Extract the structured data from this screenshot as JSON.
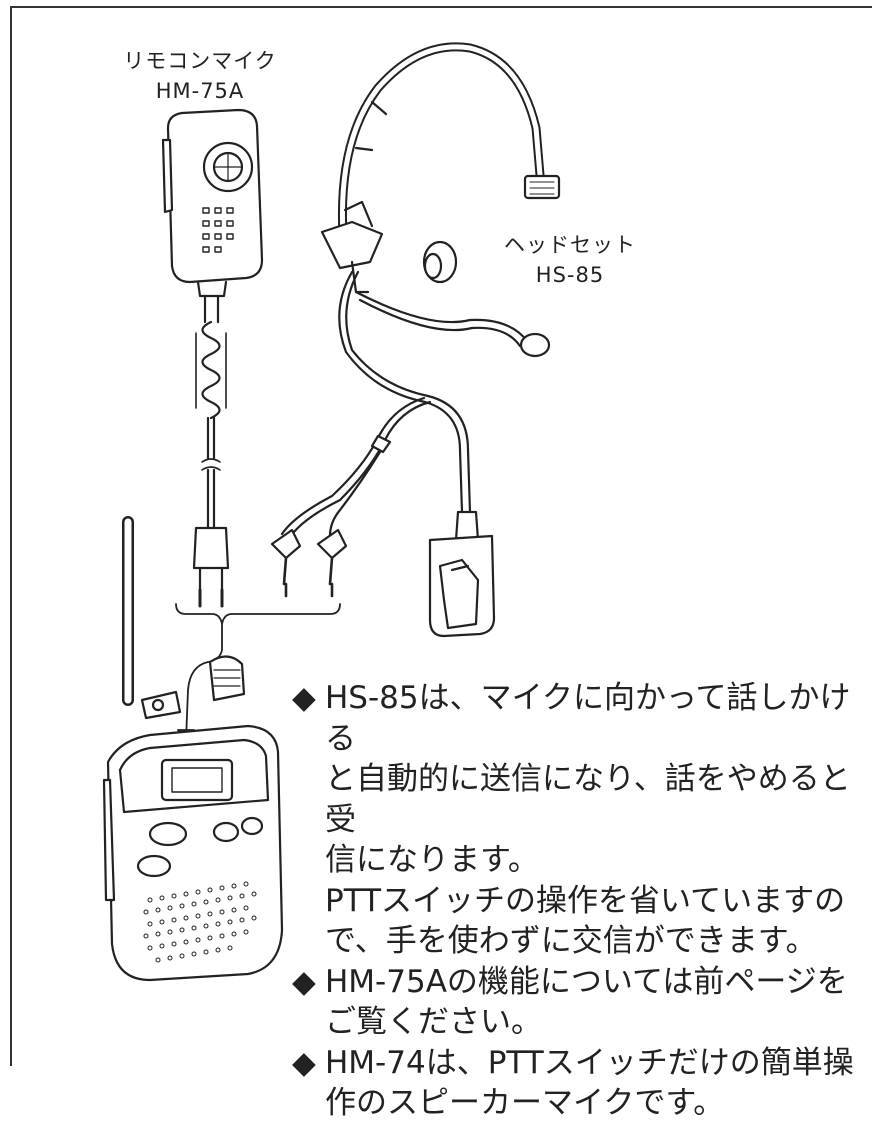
{
  "labels": {
    "mic_name": "リモコンマイク",
    "mic_model": "HM-75A",
    "headset_name": "ヘッドセット",
    "headset_model": "HS-85"
  },
  "notes": [
    {
      "bullet": "◆",
      "lines": [
        "HS-85は、マイクに向かって話しかける",
        "と自動的に送信になり、話をやめると受",
        "信になります。",
        "PTTスイッチの操作を省いていますの",
        "で、手を使わずに交信ができます。"
      ]
    },
    {
      "bullet": "◆",
      "lines": [
        "HM-75Aの機能については前ページを",
        "ご覧ください。"
      ]
    },
    {
      "bullet": "◆",
      "lines": [
        "HM-74は、PTTスイッチだけの簡単操",
        "作のスピーカーマイクです。"
      ]
    }
  ]
}
